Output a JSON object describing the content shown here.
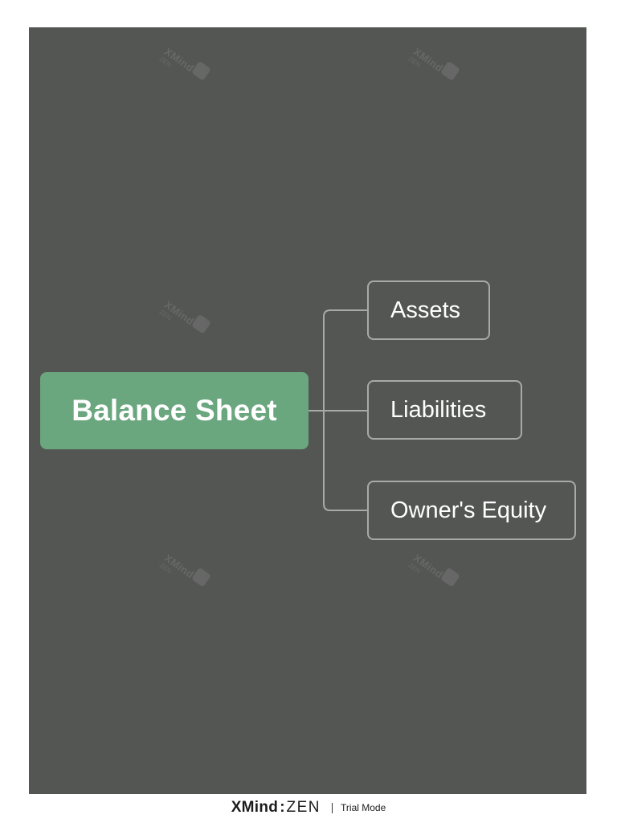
{
  "map": {
    "root": {
      "label": "Balance Sheet"
    },
    "topics": [
      {
        "label": "Assets"
      },
      {
        "label": "Liabilities"
      },
      {
        "label": "Owner's Equity"
      }
    ]
  },
  "watermark": {
    "text": "XMind",
    "sub": "ZEN"
  },
  "footer": {
    "brand_bold": "XMind",
    "brand_sep": ":",
    "brand_light": "ZEN",
    "mode": "Trial Mode"
  },
  "colors": {
    "canvas": "#545654",
    "root_fill": "#6aa67e",
    "topic_border": "#a8aaa8",
    "connector": "#a8aaa8"
  }
}
